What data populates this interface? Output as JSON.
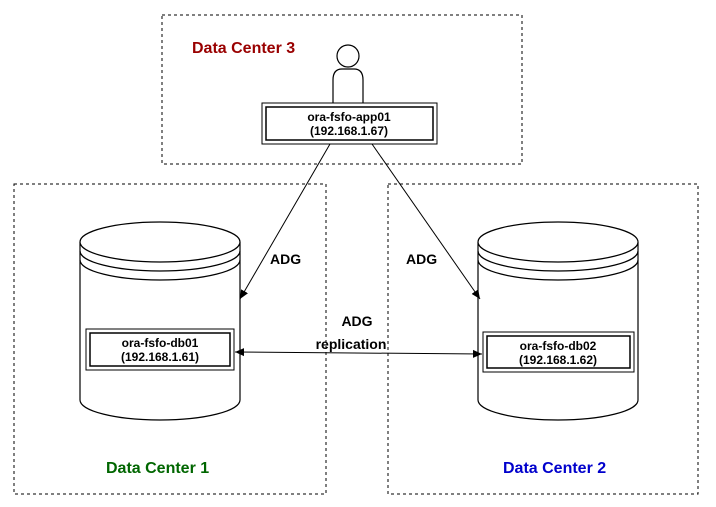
{
  "data_centers": [
    {
      "title": "Data Center 3",
      "color": "#990000"
    },
    {
      "title": "Data Center 1",
      "color": "#006600"
    },
    {
      "title": "Data Center 2",
      "color": "#0000cc"
    }
  ],
  "nodes": {
    "app": {
      "name": "ora-fsfo-app01",
      "ip": "(192.168.1.67)",
      "icon": "user-icon"
    },
    "db1": {
      "name": "ora-fsfo-db01",
      "ip": "(192.168.1.61)",
      "icon": "database-icon"
    },
    "db2": {
      "name": "ora-fsfo-db02",
      "ip": "(192.168.1.62)",
      "icon": "database-icon"
    }
  },
  "edges": {
    "app_db1": {
      "label": "ADG"
    },
    "app_db2": {
      "label": "ADG"
    },
    "replication": {
      "label_line1": "ADG",
      "label_line2": "replication"
    }
  }
}
